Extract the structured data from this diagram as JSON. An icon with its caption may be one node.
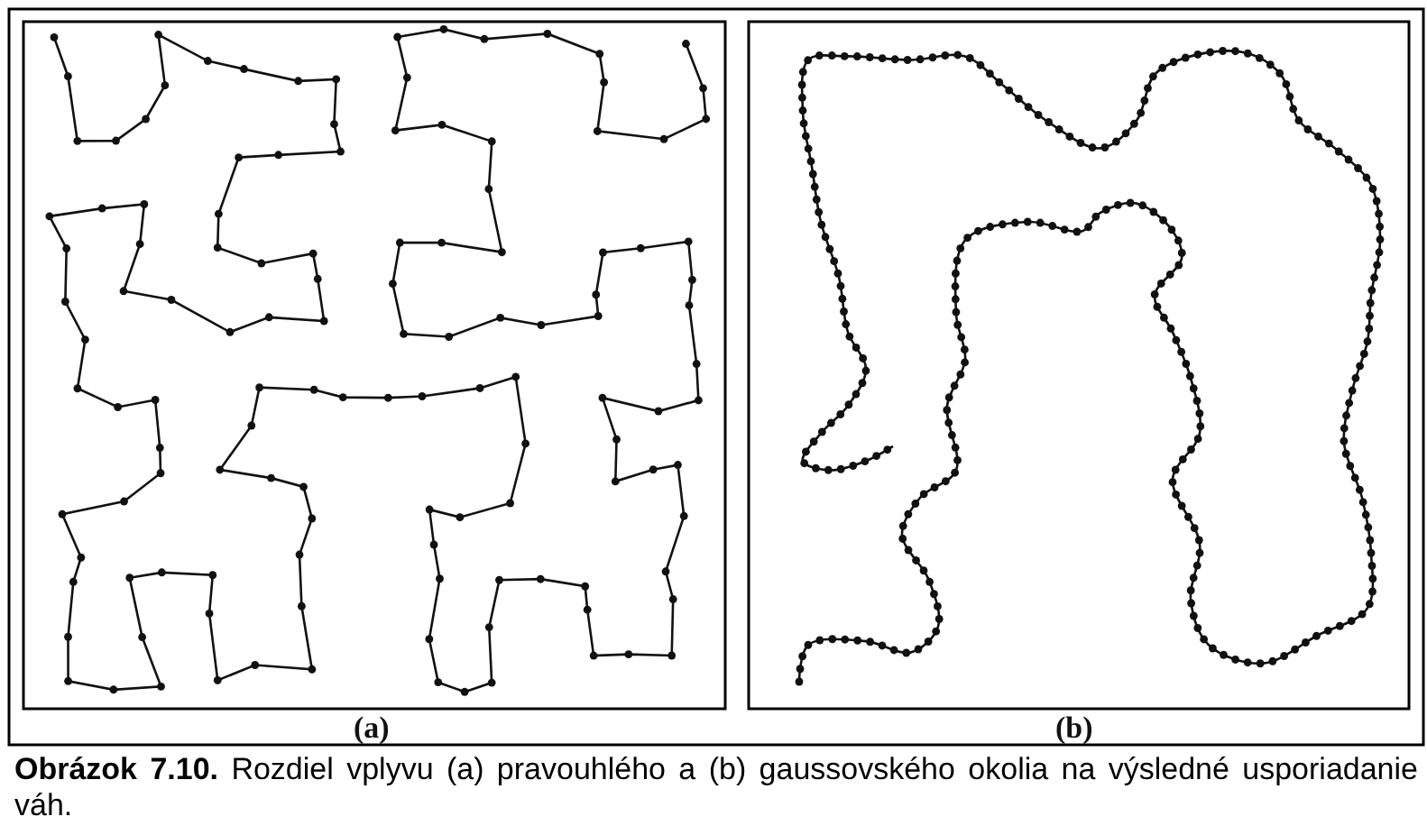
{
  "diagram": {
    "caption": "**Obrázok 7.10.** Rozdiel vplyvu (a) pravouhlého a (b) gaussovského okolia na výsledné usporiadanie váh.",
    "labels": [
      "(a)",
      "(b)"
    ]
  }
}
